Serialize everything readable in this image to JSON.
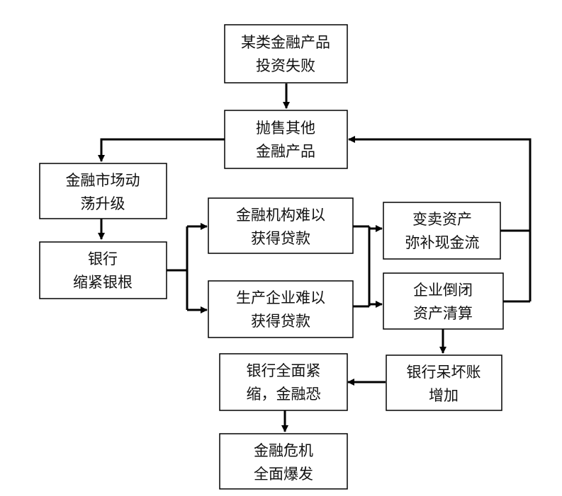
{
  "diagram": {
    "nodes": {
      "n1": {
        "lines": [
          "某类金融产品",
          "投资失败"
        ]
      },
      "n2": {
        "lines": [
          "抛售其他",
          "金融产品"
        ]
      },
      "n3": {
        "lines": [
          "金融市场动",
          "荡升级"
        ]
      },
      "n4": {
        "lines": [
          "银行",
          "缩紧银根"
        ]
      },
      "n5": {
        "lines": [
          "金融机构难以",
          "获得贷款"
        ]
      },
      "n6": {
        "lines": [
          "生产企业难以",
          "获得贷款"
        ]
      },
      "n7": {
        "lines": [
          "变卖资产",
          "弥补现金流"
        ]
      },
      "n8": {
        "lines": [
          "企业倒闭",
          "资产清算"
        ]
      },
      "n9": {
        "lines": [
          "银行呆坏账",
          "增加"
        ]
      },
      "n10": {
        "lines": [
          "银行全面紧",
          "缩，金融恐"
        ]
      },
      "n11": {
        "lines": [
          "金融危机",
          "全面爆发"
        ]
      }
    },
    "colors": {
      "stroke": "#000000",
      "fill": "#ffffff",
      "text": "#111111"
    }
  }
}
